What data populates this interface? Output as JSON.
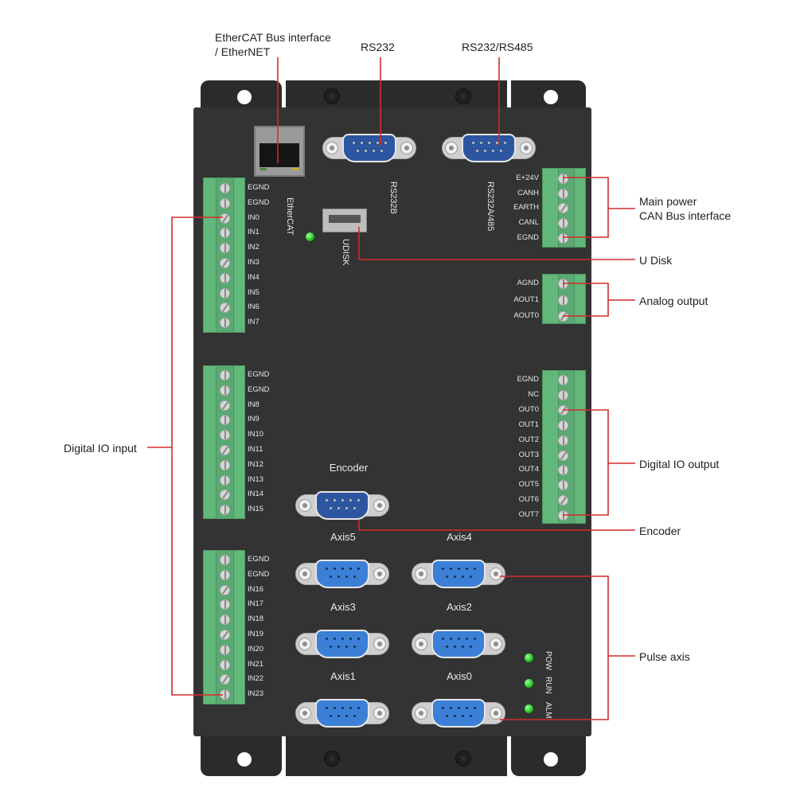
{
  "callouts": {
    "ethercat_bus": [
      "EtherCAT Bus interface",
      "/ EtherNET"
    ],
    "rs232": "RS232",
    "rs232_rs485": "RS232/RS485",
    "main_power": [
      "Main power",
      "CAN Bus interface"
    ],
    "u_disk": "U Disk",
    "analog_output": "Analog output",
    "digital_io_output": "Digital IO output",
    "encoder": "Encoder",
    "pulse_axis": "Pulse axis",
    "digital_io_input": "Digital IO input"
  },
  "board_labels": {
    "ethercat": "EtherCAT",
    "rs232b": "RS232B",
    "rs232a_485": "RS232A/485",
    "udisk": "UDISK",
    "encoder": "Encoder",
    "axes": [
      "Axis5",
      "Axis4",
      "Axis3",
      "Axis2",
      "Axis1",
      "Axis0"
    ],
    "leds": [
      "POW",
      "RUN",
      "ALM"
    ]
  },
  "terminals": {
    "input_block_1": [
      "EGND",
      "EGND",
      "IN0",
      "IN1",
      "IN2",
      "IN3",
      "IN4",
      "IN5",
      "IN6",
      "IN7"
    ],
    "input_block_2": [
      "EGND",
      "EGND",
      "IN8",
      "IN9",
      "IN10",
      "IN11",
      "IN12",
      "IN13",
      "IN14",
      "IN15"
    ],
    "input_block_3": [
      "EGND",
      "EGND",
      "IN16",
      "IN17",
      "IN18",
      "IN19",
      "IN20",
      "IN21",
      "IN22",
      "IN23"
    ],
    "power_can": [
      "E+24V",
      "CANH",
      "EARTH",
      "CANL",
      "EGND"
    ],
    "analog": [
      "AGND",
      "AOUT1",
      "AOUT0"
    ],
    "output_block": [
      "EGND",
      "NC",
      "OUT0",
      "OUT1",
      "OUT2",
      "OUT3",
      "OUT4",
      "OUT5",
      "OUT6",
      "OUT7"
    ]
  },
  "colors": {
    "callout_line": "#d42b2b",
    "housing": "#333333",
    "terminal_green": "#62b77a",
    "led_green": "#1fc21f",
    "db9_blue": "#3c7fd6"
  }
}
